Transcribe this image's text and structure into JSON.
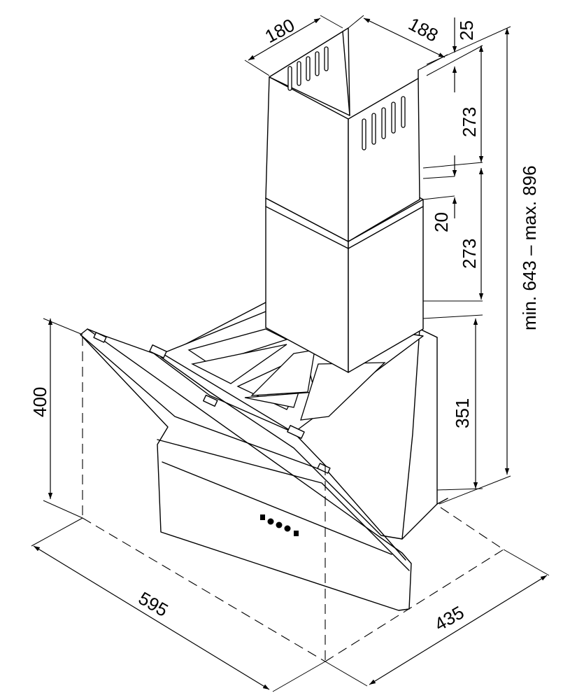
{
  "dimensions": {
    "chimney_depth": "180",
    "chimney_width": "188",
    "top_gap": "25",
    "upper_section": "273",
    "overlap_gap": "20",
    "lower_section": "273",
    "total_height": "min. 643 – max. 896",
    "body_height": "351",
    "hood_height": "400",
    "hood_width": "595",
    "hood_depth": "435"
  },
  "icons": [
    "arrow-head-icon",
    "control-button-icon"
  ]
}
